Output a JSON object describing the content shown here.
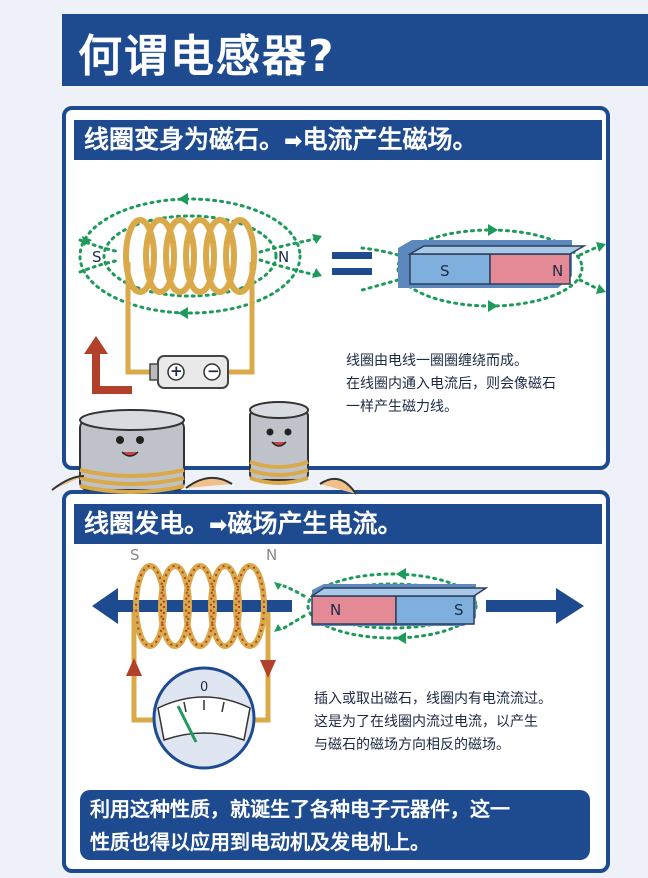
{
  "title": "何谓电感器?",
  "section1": {
    "heading_a": "线圈变身为磁石。",
    "arrow": "➡",
    "heading_b": "电流产生磁场。",
    "pole_s": "S",
    "pole_n": "N",
    "magnet_s": "S",
    "magnet_n": "N",
    "battery_plus": "+",
    "battery_minus": "−",
    "note_lines": [
      "线圈由电线一圈圈缠绕而成。",
      "在线圈内通入电流后，则会像磁石",
      "一样产生磁力线。"
    ]
  },
  "section2": {
    "heading_a": "线圈发电。",
    "arrow": "➡",
    "heading_b": "磁场产生电流。",
    "pole_s": "S",
    "pole_n": "N",
    "magnet_n": "N",
    "magnet_s": "S",
    "meter_zero": "0",
    "note_lines": [
      "插入或取出磁石，线圈内有电流流过。",
      "这是为了在线圈内流过电流，以产生",
      "与磁石的磁场方向相反的磁场。"
    ]
  },
  "summary_lines": [
    "利用这种性质，就诞生了各种电子元器件，这一",
    "性质也得以应用到电动机及发电机上。"
  ],
  "colors": {
    "navy": "#1e4b8f",
    "coil": "#d9a94a",
    "field": "#1e9a5a",
    "magnet_blue": "#7fb0dd",
    "magnet_red": "#e48a97",
    "arrow_red": "#b3402a"
  }
}
